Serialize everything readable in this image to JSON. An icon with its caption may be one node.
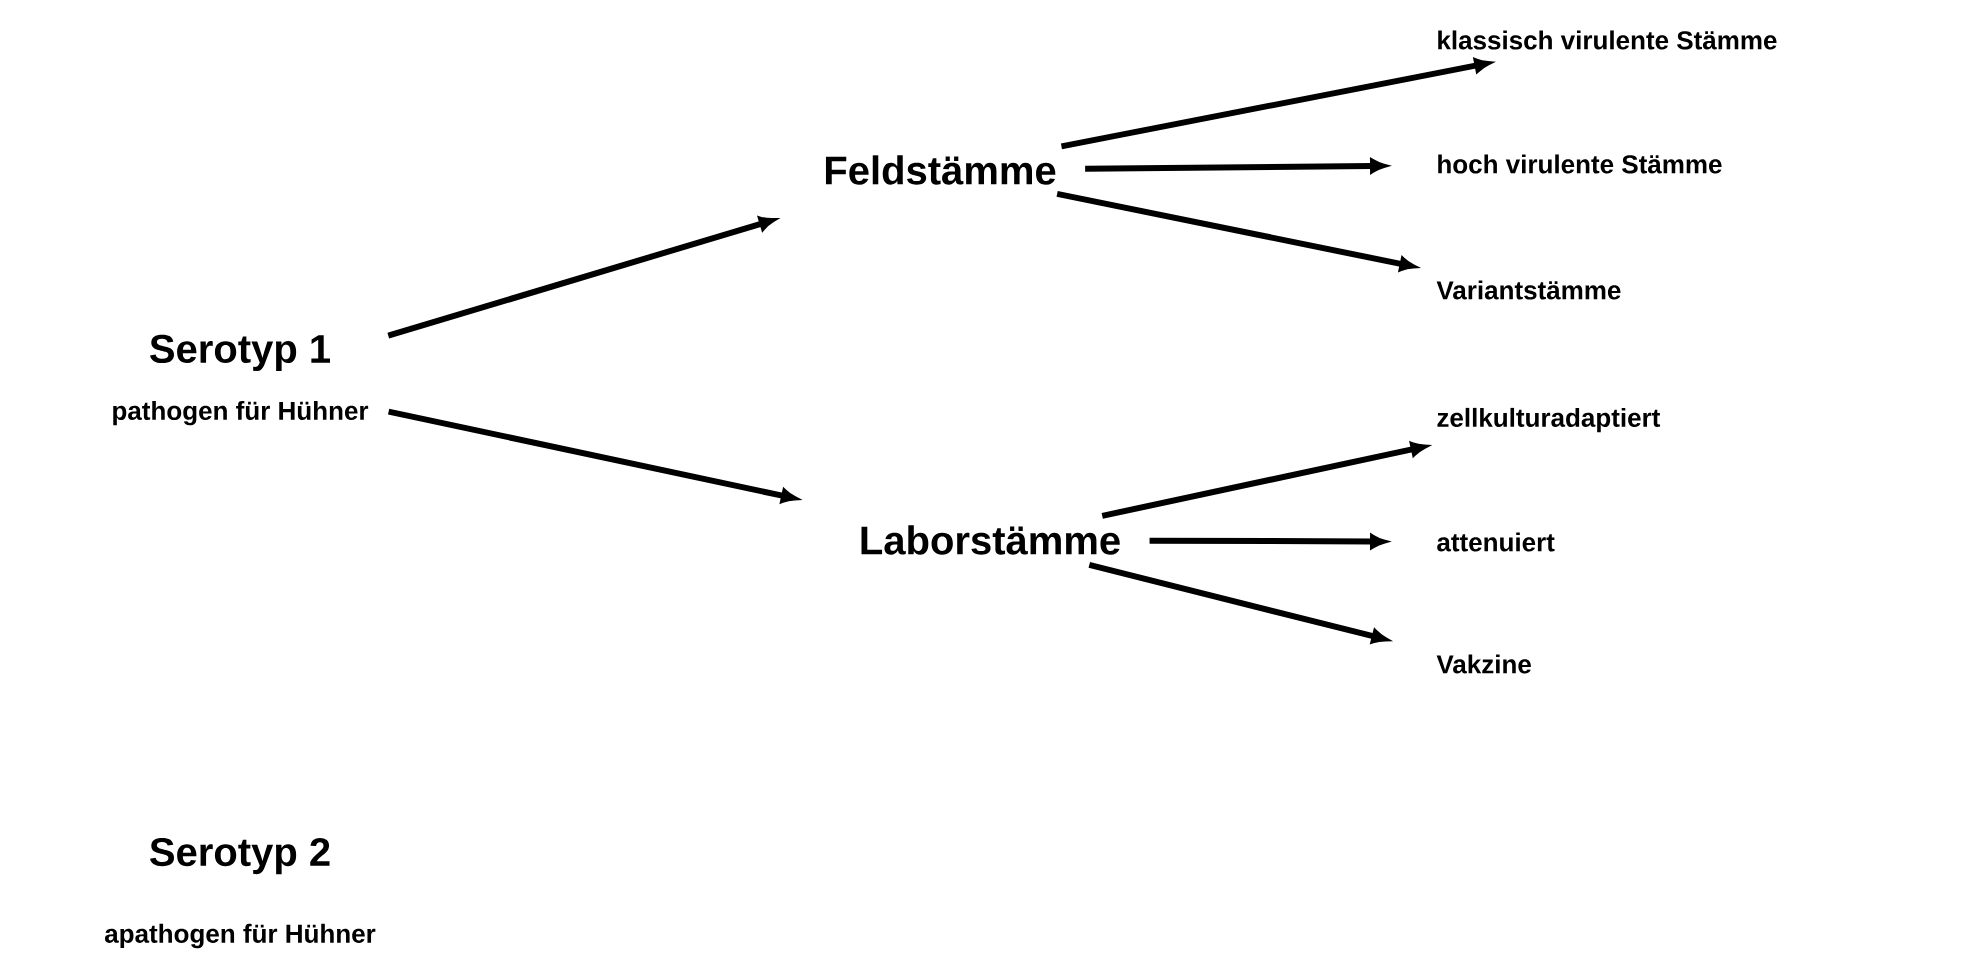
{
  "diagram": {
    "nodes": [
      {
        "text": [
          "Serotyp 1",
          "pathogen für Hühner"
        ]
      },
      {
        "text": [
          "Feldstämme"
        ]
      },
      {
        "text": [
          "Laborstämme"
        ]
      },
      {
        "text": [
          "klassisch virulente Stämme"
        ]
      },
      {
        "text": [
          "hoch virulente Stämme"
        ]
      },
      {
        "text": [
          "Variantstämme"
        ]
      },
      {
        "text": [
          "zellkulturadaptiert"
        ]
      },
      {
        "text": [
          "attenuiert"
        ]
      },
      {
        "text": [
          "Vakzine"
        ]
      }
    ],
    "edges": [
      {
        "from": 0,
        "to": 1,
        "arrow": "to"
      },
      {
        "from": 0,
        "to": 2,
        "arrow": "to"
      },
      {
        "from": 1,
        "to": 3,
        "arrow": "to"
      },
      {
        "from": 1,
        "to": 4,
        "arrow": "to"
      },
      {
        "from": 1,
        "to": 5,
        "arrow": "to"
      },
      {
        "from": 2,
        "to": 6,
        "arrow": "to"
      },
      {
        "from": 2,
        "to": 7,
        "arrow": "to"
      },
      {
        "from": 2,
        "to": 8,
        "arrow": "to"
      }
    ],
    "labels": [
      "Serotyp 2",
      "apathogen für Hühner"
    ]
  }
}
